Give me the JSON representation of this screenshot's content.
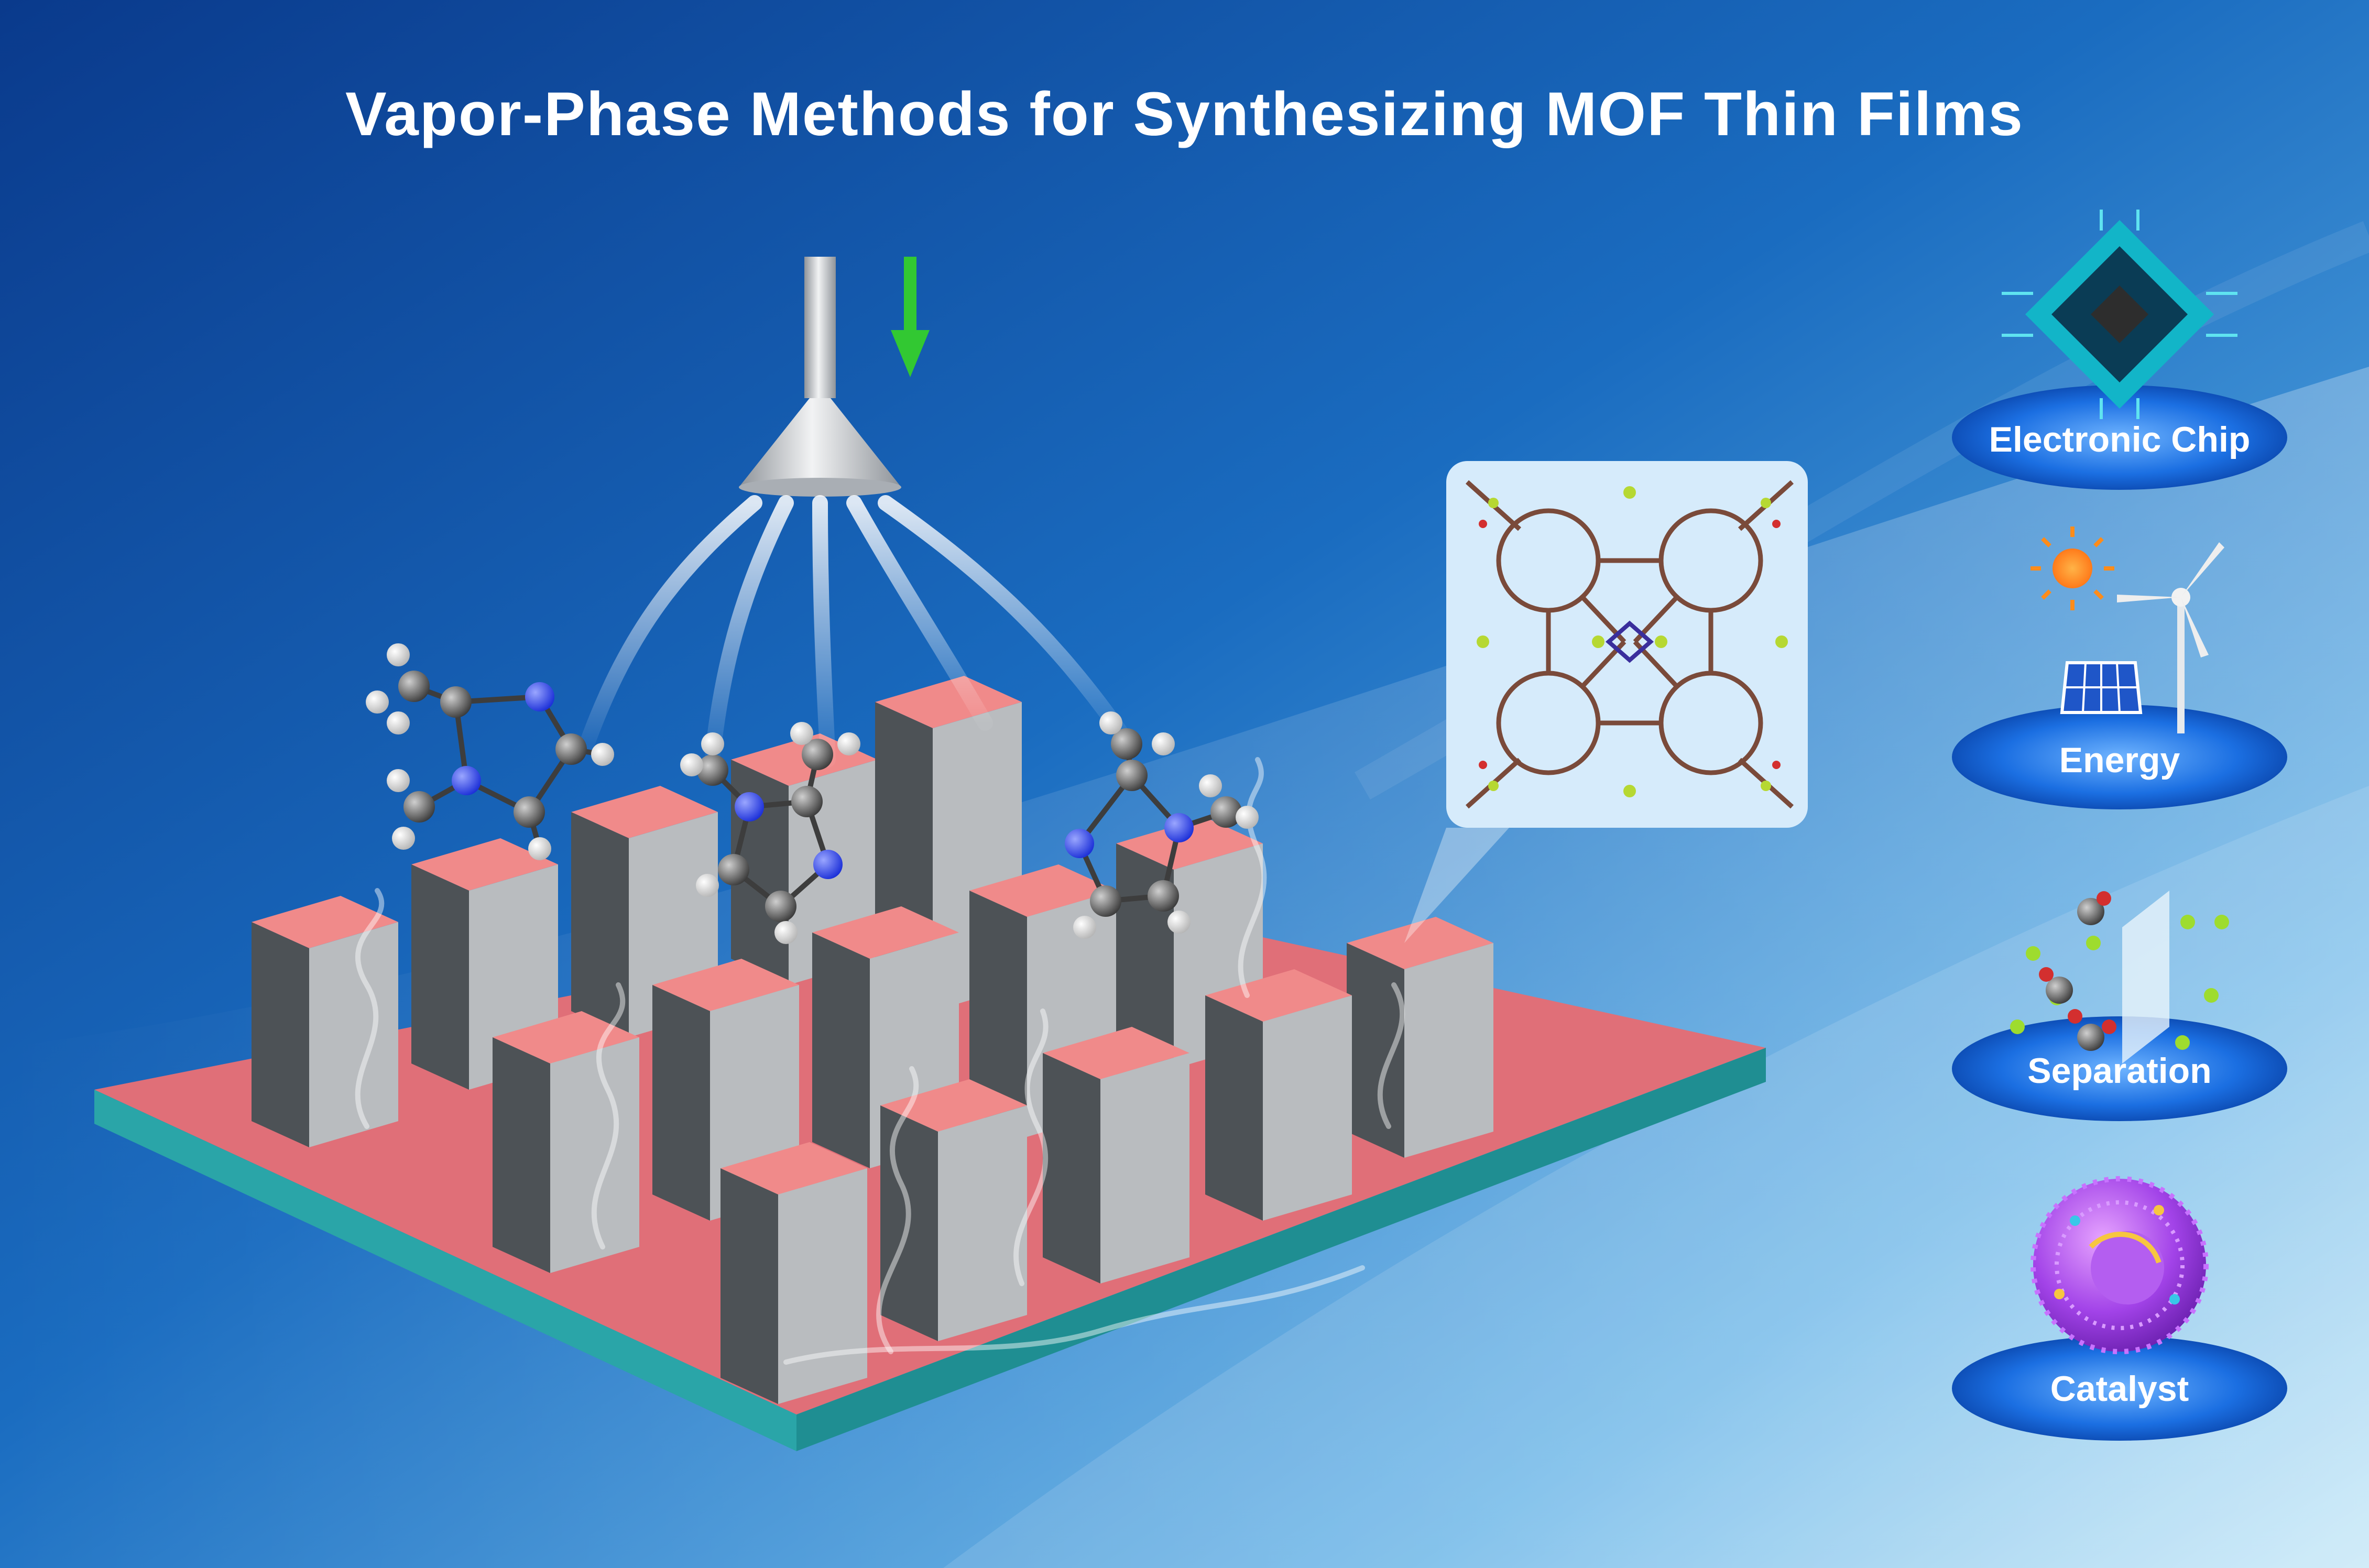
{
  "title": "Vapor-Phase Methods for Synthesizing MOF Thin Films",
  "applications": [
    {
      "label": "Electronic Chip",
      "icon": "chip-icon"
    },
    {
      "label": "Energy",
      "icon": "energy-icon"
    },
    {
      "label": "Separation",
      "icon": "separation-icon"
    },
    {
      "label": "Catalyst",
      "icon": "catalyst-sphere-icon"
    }
  ],
  "colors": {
    "background_dark": "#0a3f93",
    "background_light": "#9fd6f2",
    "pillar_top": "#f08a8a",
    "pillar_side_dark": "#4d5256",
    "pillar_side_light": "#b9bcbf",
    "substrate_top": "#e3727a",
    "substrate_edge": "#2aa5a8",
    "arrow": "#32c832",
    "platform": "#1467d8"
  }
}
